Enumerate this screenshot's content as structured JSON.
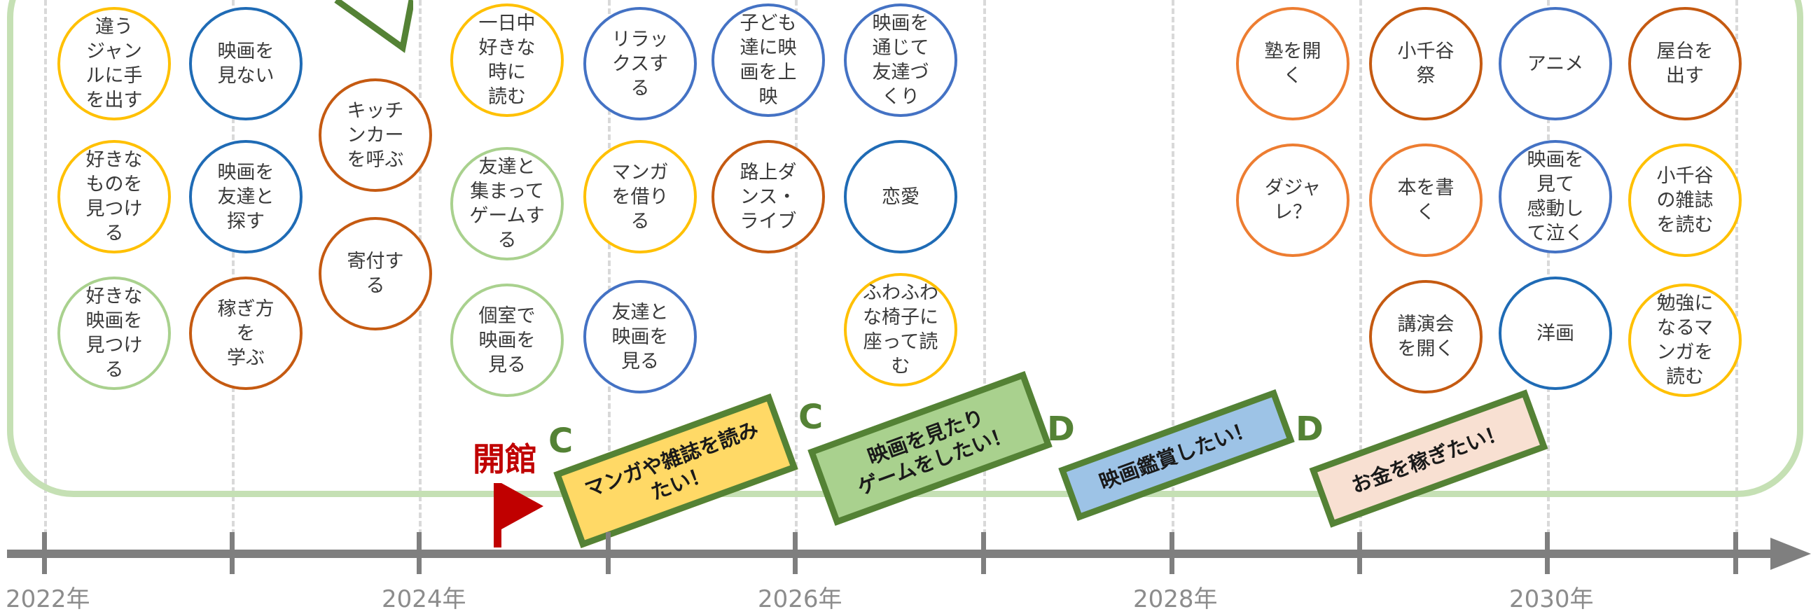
{
  "timeline": {
    "years": [
      "2022年",
      "2024年",
      "2026年",
      "2028年",
      "2030年"
    ],
    "opening_label": "開館"
  },
  "bubbles": [
    {
      "text": "違う\nジャン\nルに手\nを出す",
      "color": "yellow"
    },
    {
      "text": "映画を\n見ない",
      "color": "blue"
    },
    {
      "text": "好きな\nものを\n見つけ\nる",
      "color": "yellow"
    },
    {
      "text": "映画を\n友達と\n探す",
      "color": "blue"
    },
    {
      "text": "好きな\n映画を\n見つけ\nる",
      "color": "green"
    },
    {
      "text": "稼ぎ方\nを\n学ぶ",
      "color": "dorange"
    },
    {
      "text": "キッチ\nンカー\nを呼ぶ",
      "color": "dorange"
    },
    {
      "text": "寄付す\nる",
      "color": "dorange"
    },
    {
      "text": "一日中\n好きな\n時に\n読む",
      "color": "yellow"
    },
    {
      "text": "友達と\n集まって\nゲームす\nる",
      "color": "green"
    },
    {
      "text": "個室で\n映画を\n見る",
      "color": "green"
    },
    {
      "text": "リラッ\nクスす\nる",
      "color": "lblue"
    },
    {
      "text": "マンガ\nを借り\nる",
      "color": "yellow"
    },
    {
      "text": "友達と\n映画を\n見る",
      "color": "lblue"
    },
    {
      "text": "子ども\n達に映\n画を上\n映",
      "color": "lblue"
    },
    {
      "text": "路上ダ\nンス・\nライブ",
      "color": "dorange"
    },
    {
      "text": "映画を\n通じて\n友達づ\nくり",
      "color": "lblue"
    },
    {
      "text": "恋愛",
      "color": "blue"
    },
    {
      "text": "ふわふわ\nな椅子に\n座って読\nむ",
      "color": "yellow"
    },
    {
      "text": "塾を開\nく",
      "color": "orange"
    },
    {
      "text": "ダジャ\nレ？",
      "color": "orange"
    },
    {
      "text": "小千谷\n祭",
      "color": "dorange"
    },
    {
      "text": "本を書\nく",
      "color": "orange"
    },
    {
      "text": "講演会\nを開く",
      "color": "dorange"
    },
    {
      "text": "アニメ",
      "color": "lblue"
    },
    {
      "text": "映画を\n見て\n感動し\nて泣く",
      "color": "lblue"
    },
    {
      "text": "洋画",
      "color": "blue"
    },
    {
      "text": "屋台を\n出す",
      "color": "dorange"
    },
    {
      "text": "小千谷\nの雑誌\nを読む",
      "color": "yellow"
    },
    {
      "text": "勉強に\nなるマ\nンガを\n読む",
      "color": "yellow"
    }
  ],
  "banners": [
    {
      "grade": "C",
      "text": "マンガや雑誌を読み\nたい！",
      "fill": "#ffd966"
    },
    {
      "grade": "C",
      "text": "映画を見たり\nゲームをしたい！",
      "fill": "#a9d18e"
    },
    {
      "grade": "D",
      "text": "映画鑑賞したい！",
      "fill": "#9dc3e6"
    },
    {
      "grade": "D",
      "text": "お金を稼ぎたい！",
      "fill": "#f8e0d2"
    }
  ],
  "colors": {
    "yellow": "#ffc000",
    "blue": "#1f6bb5",
    "lblue": "#4472c4",
    "dorange": "#c55a11",
    "orange": "#ed7d31",
    "green": "#a9d18e",
    "banner_border": "#548235",
    "opening_red": "#c00000",
    "region_border": "#c5e0b4"
  }
}
